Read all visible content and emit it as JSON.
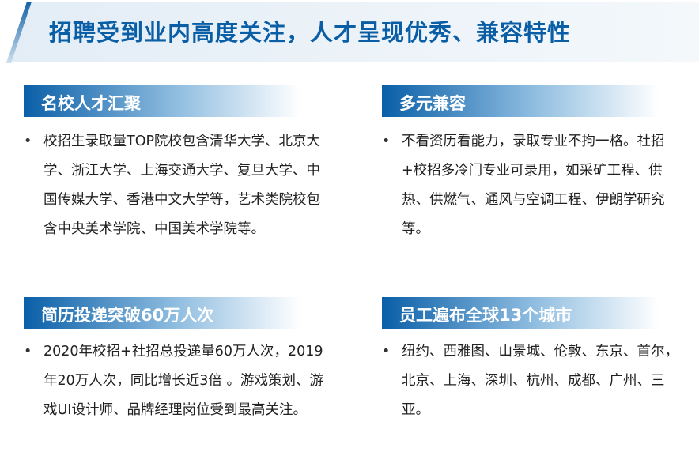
{
  "title": "招聘受到业内高度关注，人才呈现优秀、兼容特性",
  "sections": [
    {
      "heading": "名校人才汇聚",
      "text": "校招生录取量TOP院校包含清华大学、北京大学、浙江大学、上海交通大学、复旦大学、中国传媒大学、香港中文大学等，艺术类院校包含中央美术学院、中国美术学院等。"
    },
    {
      "heading": "多元兼容",
      "text": "不看资历看能力，录取专业不拘一格。社招+校招多冷门专业可录用，如采矿工程、供热、供燃气、通风与空调工程、伊朗学研究等。"
    },
    {
      "heading": "简历投递突破60万人次",
      "text": "2020年校招+社招总投递量60万人次，2019年20万人次，同比增长近3倍 。游戏策划、游戏UI设计师、品牌经理岗位受到最高关注。"
    },
    {
      "heading": "员工遍布全球13个城市",
      "text": "纽约、西雅图、山景城、伦敦、东京、首尔，北京、上海、深圳、杭州、成都、广州、三亚。"
    }
  ]
}
